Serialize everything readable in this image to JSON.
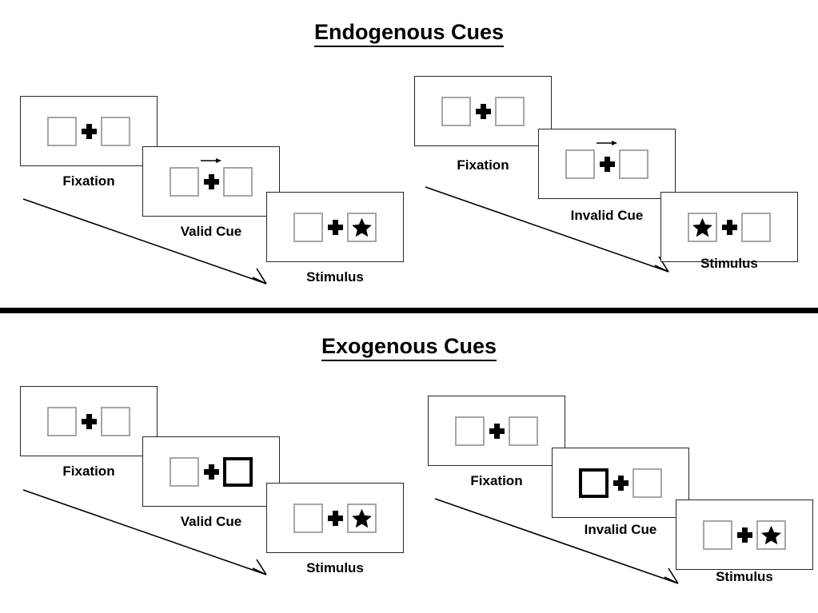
{
  "sections": [
    {
      "id": "endogenous",
      "title": "Endogenous Cues",
      "sequences": [
        {
          "id": "endogenous-valid",
          "cue_type": "arrow",
          "cue_direction": "right",
          "stages": [
            {
              "label": "Fixation",
              "left_box": "empty",
              "right_box": "empty",
              "cue": "none"
            },
            {
              "label": "Valid Cue",
              "left_box": "empty",
              "right_box": "empty",
              "cue": "arrow-right"
            },
            {
              "label": "Stimulus",
              "left_box": "empty",
              "right_box": "star",
              "cue": "none"
            }
          ]
        },
        {
          "id": "endogenous-invalid",
          "cue_type": "arrow",
          "cue_direction": "right",
          "stages": [
            {
              "label": "Fixation",
              "left_box": "empty",
              "right_box": "empty",
              "cue": "none"
            },
            {
              "label": "Invalid Cue",
              "left_box": "empty",
              "right_box": "empty",
              "cue": "arrow-right"
            },
            {
              "label": "Stimulus",
              "left_box": "star",
              "right_box": "empty",
              "cue": "none"
            }
          ]
        }
      ]
    },
    {
      "id": "exogenous",
      "title": "Exogenous Cues",
      "sequences": [
        {
          "id": "exogenous-valid",
          "cue_type": "box-highlight",
          "cue_direction": "right",
          "stages": [
            {
              "label": "Fixation",
              "left_box": "empty",
              "right_box": "empty",
              "cue": "none"
            },
            {
              "label": "Valid Cue",
              "left_box": "empty",
              "right_box": "cued",
              "cue": "none"
            },
            {
              "label": "Stimulus",
              "left_box": "empty",
              "right_box": "star",
              "cue": "none"
            }
          ]
        },
        {
          "id": "exogenous-invalid",
          "cue_type": "box-highlight",
          "cue_direction": "left",
          "stages": [
            {
              "label": "Fixation",
              "left_box": "empty",
              "right_box": "empty",
              "cue": "none"
            },
            {
              "label": "Invalid Cue",
              "left_box": "cued",
              "right_box": "empty",
              "cue": "none"
            },
            {
              "label": "Stimulus",
              "left_box": "empty",
              "right_box": "star",
              "cue": "none"
            }
          ]
        }
      ]
    }
  ],
  "colors": {
    "box_outline": "#a6a6a6",
    "cued_outline": "#000000",
    "frame_outline": "#262626",
    "ink": "#000000",
    "background": "#ffffff"
  },
  "icons": {
    "star": "star-icon",
    "plus": "fixation-cross-icon",
    "cue_arrow": "arrow-right-icon",
    "flow_arrow": "time-flow-arrow-icon"
  }
}
